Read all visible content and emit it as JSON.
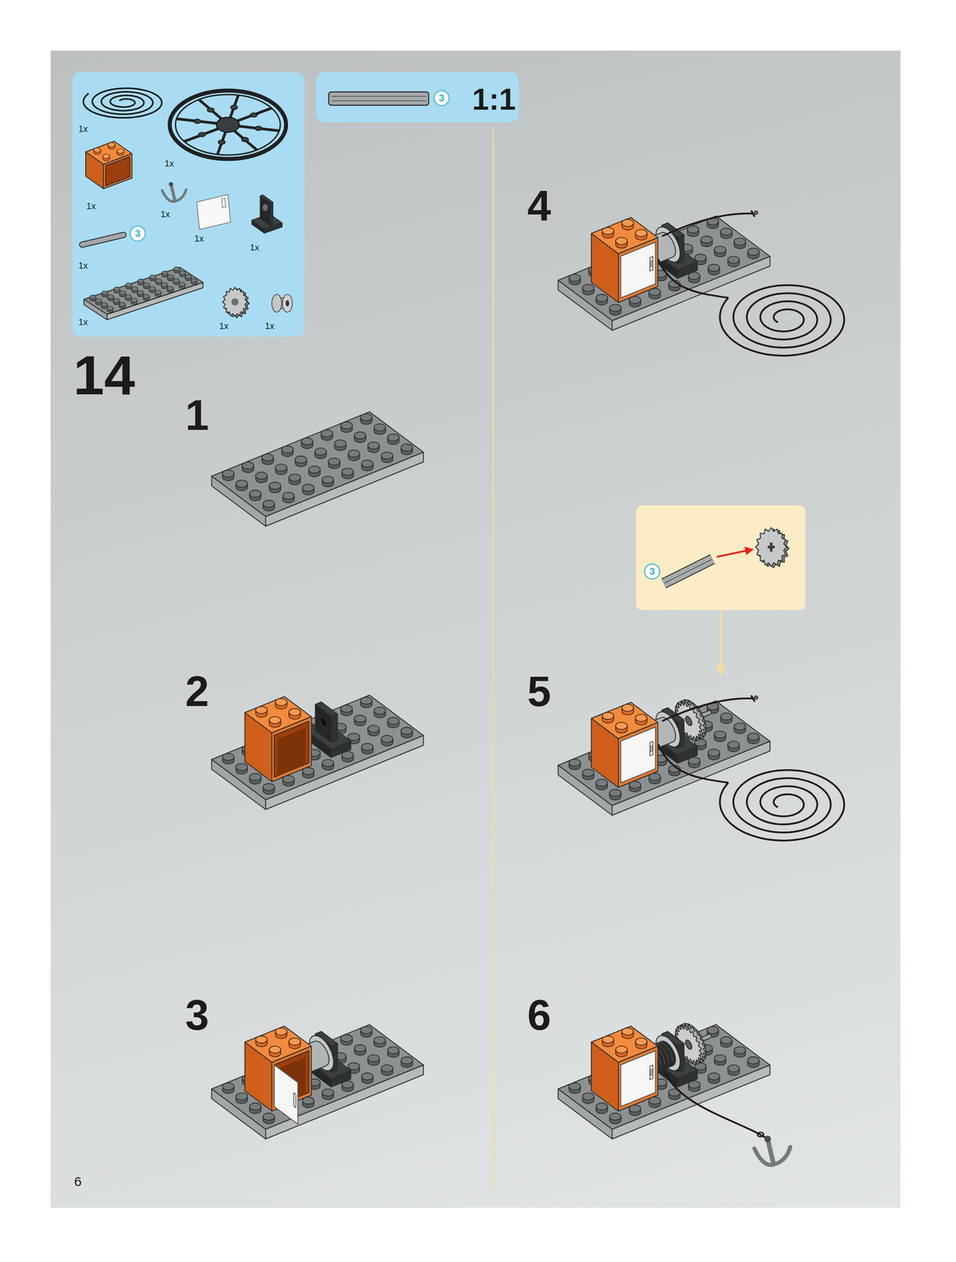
{
  "diagram": {
    "nodes": [
      {
        "text": [
          "1x",
          "1x",
          "1x",
          "1x",
          "3",
          "1x",
          "1x",
          "1x",
          "1x",
          "1x",
          "1x"
        ]
      },
      {
        "text": [
          "3",
          "1:1"
        ]
      },
      {
        "text": [
          "3"
        ]
      }
    ],
    "labels": [
      "14",
      "1",
      "2",
      "3",
      "4",
      "5",
      "6",
      "6"
    ]
  }
}
